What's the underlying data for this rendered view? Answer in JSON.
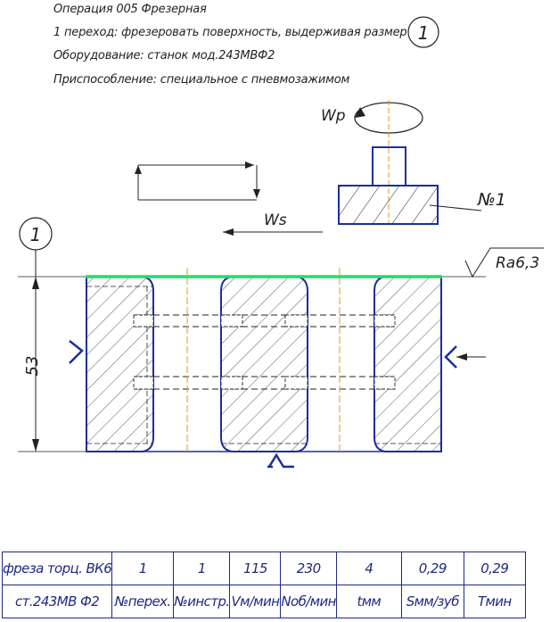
{
  "header": {
    "line1": "Операция 005 Фрезерная",
    "line2": "1 переход: фрезеровать поверхность, выдерживая размер",
    "line2_num": "1",
    "line3": "Оборудование: станок мод.243МВФ2",
    "line4": "Приспособление: специальное с пневмозажимом"
  },
  "drawing": {
    "wp_label": "Wp",
    "ws_label": "Ws",
    "cutter_label": "№1",
    "callout_num": "1",
    "ra_label": "Ra6,3",
    "dim_label": "53"
  },
  "table": {
    "row1": [
      "фреза торц. ВК6",
      "1",
      "1",
      "115",
      "230",
      "4",
      "0,29",
      "0,29"
    ],
    "row2": [
      "ст.243МВ Ф2",
      "№перех.",
      "№инстр.",
      "Vм/мин",
      "Nоб/мин",
      "tмм",
      "Sмм/зуб",
      "Tмин"
    ]
  },
  "colors": {
    "outline": "#1a2f9c",
    "highlight": "#22dd66",
    "axis": "#e09a20",
    "text": "#222222"
  }
}
